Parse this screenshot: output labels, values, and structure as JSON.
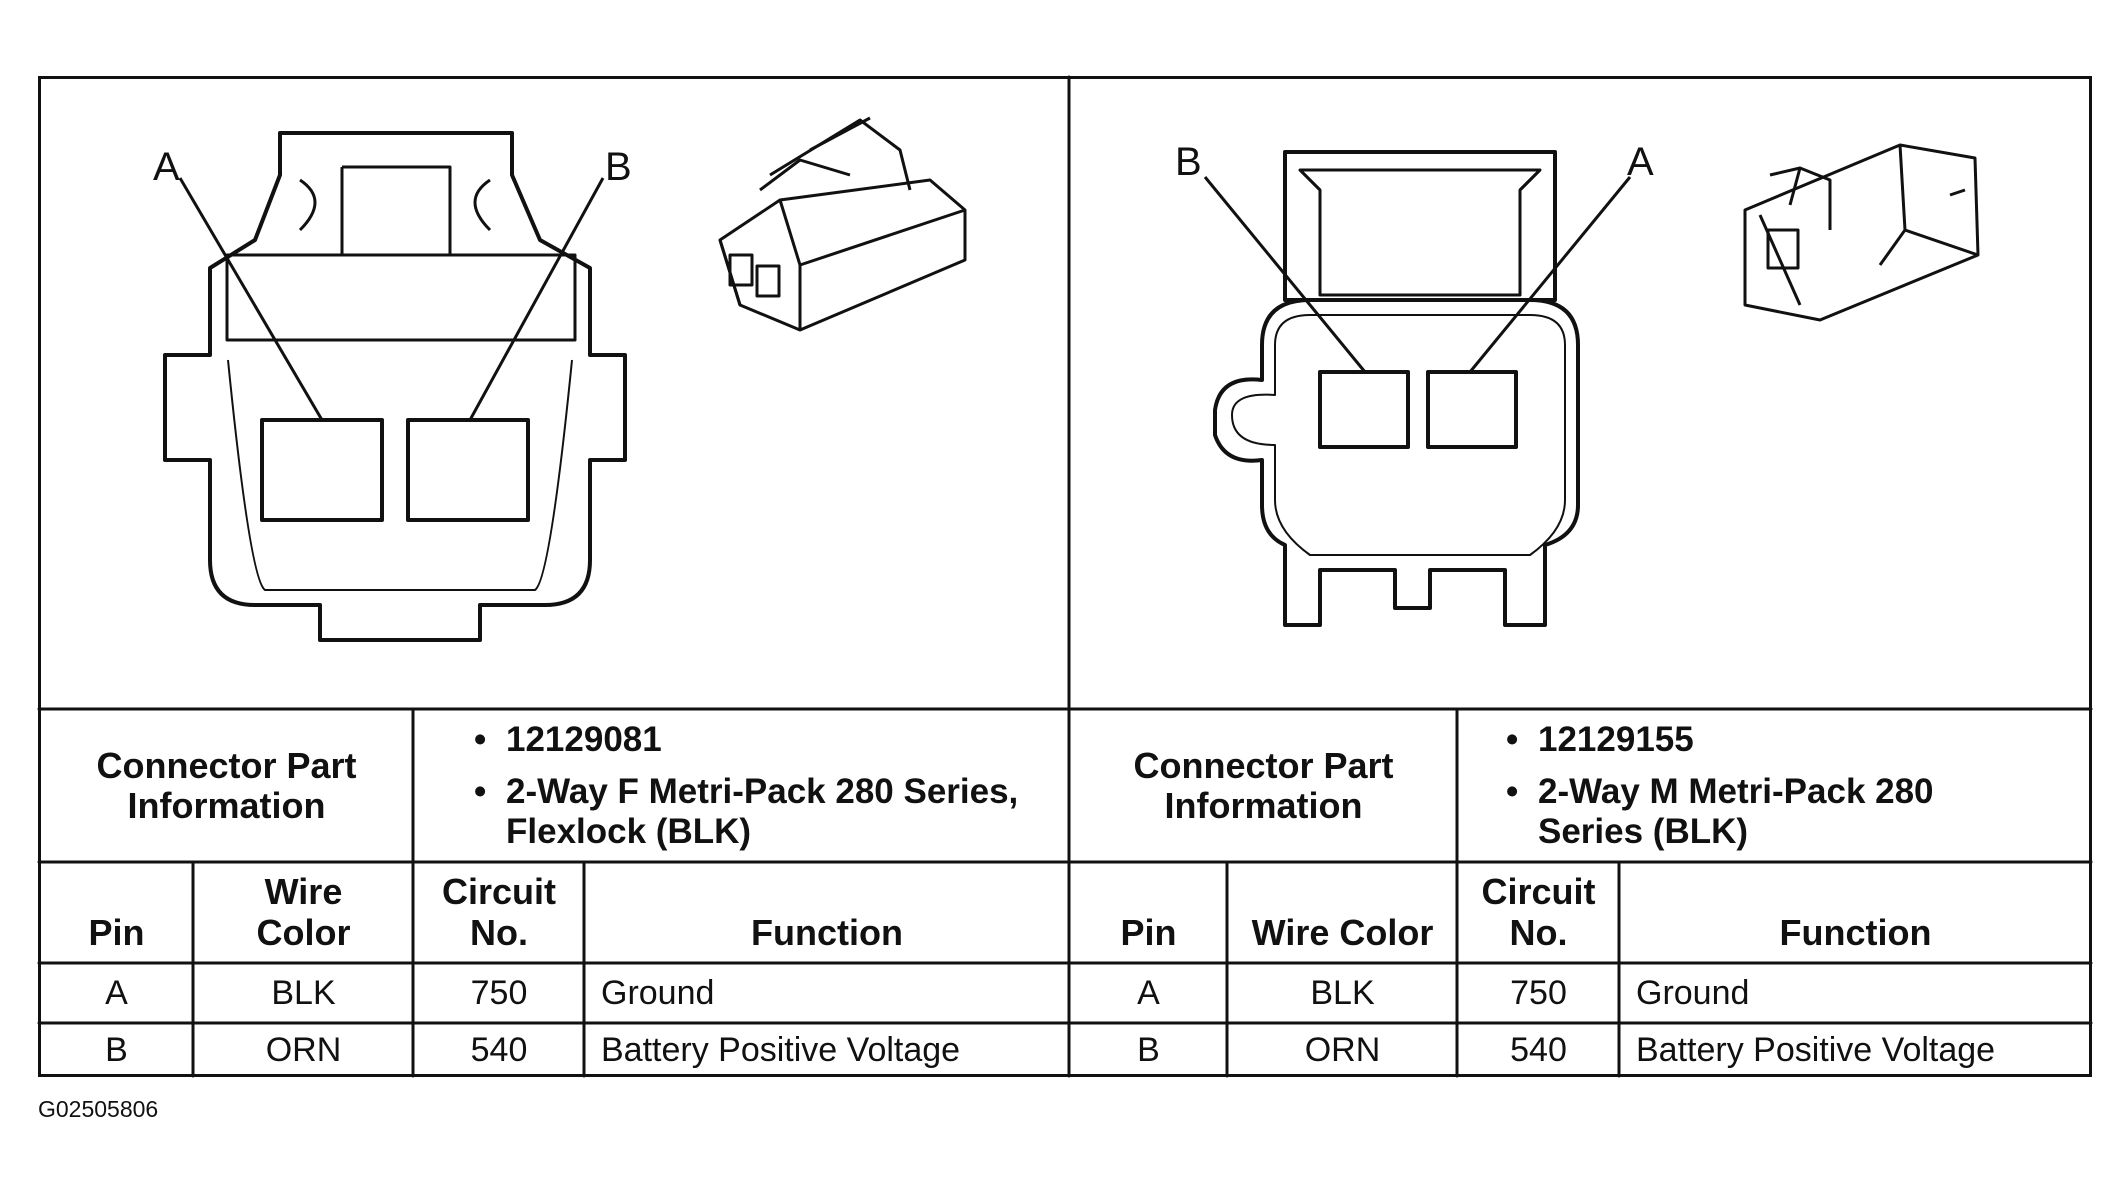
{
  "figure_id": "G02505806",
  "connectors": [
    {
      "side": "left",
      "pin_labels": {
        "a": "A",
        "b": "B"
      },
      "info_label": "Connector Part Information",
      "info_items": [
        "12129081",
        "2-Way F Metri-Pack 280 Series, Flexlock (BLK)"
      ],
      "columns": {
        "pin": "Pin",
        "wire": "Wire Color",
        "circuit": "Circuit No.",
        "function": "Function"
      },
      "rows": [
        {
          "pin": "A",
          "wire": "BLK",
          "circuit": "750",
          "function": "Ground"
        },
        {
          "pin": "B",
          "wire": "ORN",
          "circuit": "540",
          "function": "Battery Positive Voltage"
        }
      ]
    },
    {
      "side": "right",
      "pin_labels": {
        "a": "A",
        "b": "B"
      },
      "info_label": "Connector Part Information",
      "info_items": [
        "12129155",
        "2-Way M Metri-Pack 280 Series (BLK)"
      ],
      "columns": {
        "pin": "Pin",
        "wire": "Wire Color",
        "circuit": "Circuit No.",
        "function": "Function"
      },
      "rows": [
        {
          "pin": "A",
          "wire": "BLK",
          "circuit": "750",
          "function": "Ground"
        },
        {
          "pin": "B",
          "wire": "ORN",
          "circuit": "540",
          "function": "Battery Positive Voltage"
        }
      ]
    }
  ]
}
